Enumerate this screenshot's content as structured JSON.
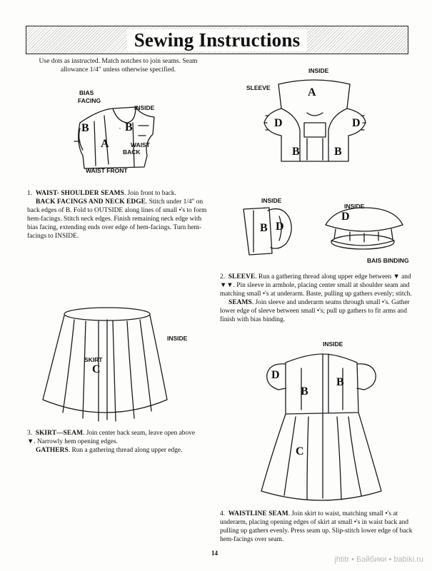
{
  "page": {
    "title": "Sewing Instructions",
    "intro": "Use dots as instructed. Match notches to join seams. Seam allowance 1/4\" unless otherwise specified.",
    "page_number": "14",
    "watermark": "jhtitr • Бэйбики • babiki.ru"
  },
  "fig1": {
    "bias": "BIAS",
    "facing": "FACING",
    "inside": "INSIDE",
    "b_left": "B",
    "a": "A",
    "b_right": "B",
    "waist": "WAIST",
    "back": "BACK",
    "waist_front": "WAIST FRONT"
  },
  "fig2": {
    "inside": "INSIDE",
    "sleeve": "SLEEVE",
    "a": "A",
    "d_left": "D",
    "d_right": "D",
    "b_left": "B",
    "b_right": "B"
  },
  "fig3": {
    "inside": "INSIDE",
    "b": "B",
    "d": "D"
  },
  "fig4": {
    "inside": "INSIDE",
    "d": "D",
    "bias_binding": "BAIS BINDING"
  },
  "fig5": {
    "inside": "INSIDE",
    "skirt": "SKIRT",
    "c": "C"
  },
  "fig6": {
    "inside": "INSIDE",
    "b_left": "B",
    "b_right": "B",
    "d": "D",
    "c": "C"
  },
  "step1": {
    "number": "1.",
    "heading1": "WAIST- SHOULDER SEAMS",
    "text1": ". Join front to back.",
    "heading2": "BACK FACINGS AND NECK EDGE",
    "text2": ". Stitch under 1/4\" on back edges of B. Fold to OUTSIDE along lines of small •'s to form hem-facings. Stitch neck edges. Finish remaining neck edge with bias facing, extending ends over edge of hem-facings. Turn hem-facings to INSIDE."
  },
  "step2": {
    "number": "2.",
    "heading1": "SLEEVE",
    "text1": ". Run a gathering thread along upper edge between ▼ and ▼▼. Pin sleeve in armhole, placing center small at shoulder seam and matching small •'s at underarm. Baste, pulling up gathers evenly; stitch.",
    "heading2": "SEAMS",
    "text2": ". Join sleeve and underarm seams through small •'s. Gather lower edge of sleeve between small •'s; pull up gathers to fit arms and finish with bias binding."
  },
  "step3": {
    "number": "3.",
    "heading1": "SKIRT—SEAM",
    "text1": ". Join center back seam, leave open above ▼. Narrowly hem opening edges.",
    "heading2": "GATHERS",
    "text2": ". Run a gathering thread along upper edge."
  },
  "step4": {
    "number": "4.",
    "heading1": "WAISTLINE SEAM",
    "text1": ". Join skirt to waist, matching small •'s at underarm, placing opening edges of skirt at small •'s in waist back and pulling up gathers evenly. Press seam up. Slip-stitch lower edge of back hem-facings over seam."
  }
}
